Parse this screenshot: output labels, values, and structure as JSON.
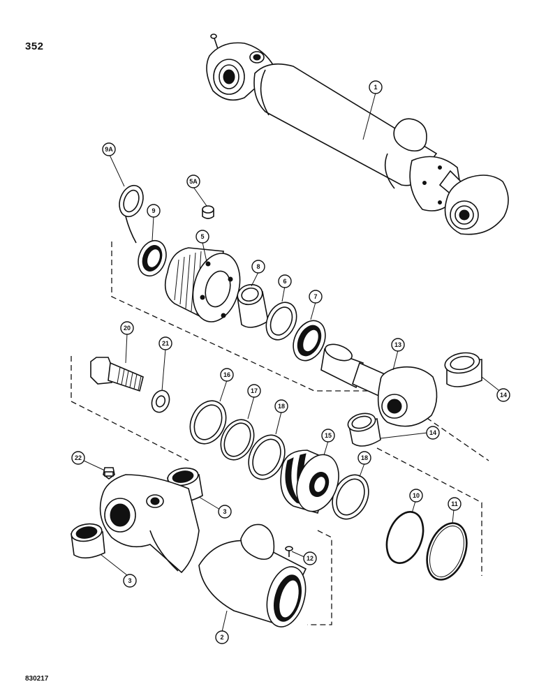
{
  "page_number": "352",
  "document_code": "830217",
  "callouts": [
    {
      "id": "1",
      "label": "1"
    },
    {
      "id": "2",
      "label": "2"
    },
    {
      "id": "3a",
      "label": "3"
    },
    {
      "id": "3b",
      "label": "3"
    },
    {
      "id": "5",
      "label": "5"
    },
    {
      "id": "5A",
      "label": "5A"
    },
    {
      "id": "6",
      "label": "6"
    },
    {
      "id": "7",
      "label": "7"
    },
    {
      "id": "8",
      "label": "8"
    },
    {
      "id": "9",
      "label": "9"
    },
    {
      "id": "9A",
      "label": "9A"
    },
    {
      "id": "10",
      "label": "10"
    },
    {
      "id": "11",
      "label": "11"
    },
    {
      "id": "12",
      "label": "12"
    },
    {
      "id": "13",
      "label": "13"
    },
    {
      "id": "14a",
      "label": "14"
    },
    {
      "id": "14b",
      "label": "14"
    },
    {
      "id": "15",
      "label": "15"
    },
    {
      "id": "16",
      "label": "16"
    },
    {
      "id": "17",
      "label": "17"
    },
    {
      "id": "18a",
      "label": "18"
    },
    {
      "id": "18b",
      "label": "18"
    },
    {
      "id": "20",
      "label": "20"
    },
    {
      "id": "21",
      "label": "21"
    },
    {
      "id": "22",
      "label": "22"
    }
  ]
}
